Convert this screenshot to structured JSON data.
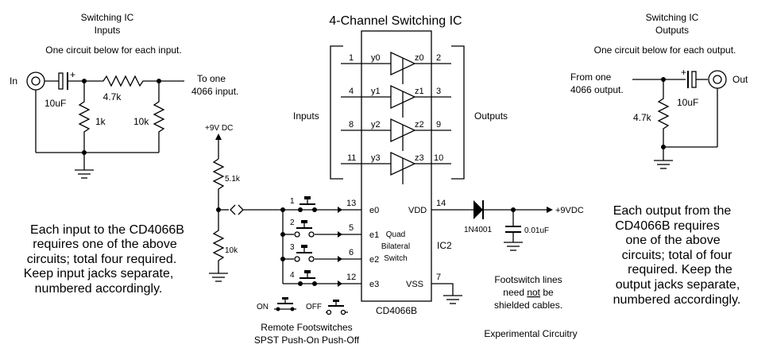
{
  "title": "4-Channel Switching IC",
  "inputs_section": {
    "heading_line1": "Switching IC",
    "heading_line2": "Inputs",
    "subheading": "One circuit below for each input.",
    "jack_label": "In",
    "plus": "+",
    "cap": "10uF",
    "r_series": "4.7k",
    "r1": "1k",
    "r2": "10k",
    "to_line1": "To one",
    "to_line2": "4066 input.",
    "note": [
      "Each input to the CD4066B",
      "requires one of the above",
      "circuits; total four required.",
      "Keep input jacks separate,",
      "numbered accordingly."
    ]
  },
  "outputs_section": {
    "heading_line1": "Switching IC",
    "heading_line2": "Outputs",
    "subheading": "One circuit below for each output.",
    "from_line1": "From one",
    "from_line2": "4066 output.",
    "plus": "+",
    "cap": "10uF",
    "jack_label": "Out",
    "r": "4.7k",
    "note": [
      "Each output from the",
      "CD4066B requires",
      "one of the above",
      "circuits; total of four",
      "required.  Keep the",
      "output jacks separate,",
      "numbered accordingly."
    ]
  },
  "ic": {
    "part": "CD4066B",
    "ref": "IC2",
    "desc": [
      "Quad",
      "Bilateral",
      "Switch"
    ],
    "inputs_label": "Inputs",
    "outputs_label": "Outputs",
    "channels": [
      {
        "pin_in": "1",
        "y": "y0",
        "z": "z0",
        "pin_out": "2"
      },
      {
        "pin_in": "4",
        "y": "y1",
        "z": "z1",
        "pin_out": "3"
      },
      {
        "pin_in": "8",
        "y": "y2",
        "z": "z2",
        "pin_out": "9"
      },
      {
        "pin_in": "11",
        "y": "y3",
        "z": "z3",
        "pin_out": "10"
      }
    ],
    "controls": [
      {
        "pin": "13",
        "name": "e0"
      },
      {
        "pin": "5",
        "name": "e1"
      },
      {
        "pin": "6",
        "name": "e2"
      },
      {
        "pin": "12",
        "name": "e3"
      }
    ],
    "vdd_pin": "14",
    "vdd": "VDD",
    "vss_pin": "7",
    "vss": "VSS"
  },
  "bias": {
    "supply": "+9V DC",
    "r_top": "5.1k",
    "r_bottom": "10k"
  },
  "power": {
    "diode": "1N4001",
    "cap": "0.01uF",
    "supply": "+9VDC"
  },
  "switches": {
    "numbers": [
      "1",
      "2",
      "3",
      "4"
    ],
    "legend_on": "ON",
    "legend_off": "OFF",
    "caption_line1": "Remote Footswitches",
    "caption_line2": "SPST Push-On Push-Off"
  },
  "footnote": {
    "line1": "Footswitch lines",
    "line2_pre": "need ",
    "line2_under": "not",
    "line2_post": " be",
    "line3": "shielded cables."
  },
  "experimental": "Experimental Circuitry"
}
